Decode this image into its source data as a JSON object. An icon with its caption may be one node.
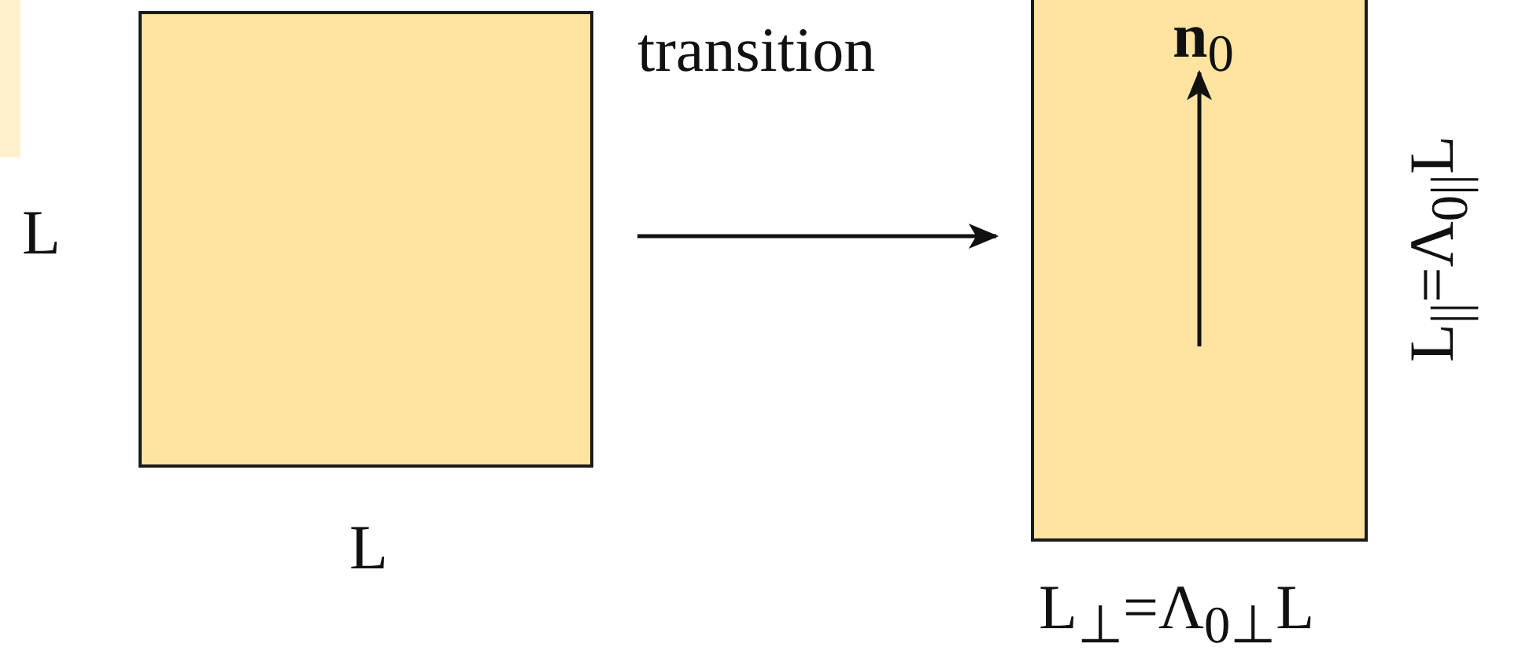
{
  "diagram": {
    "nodes": [
      {
        "text": [],
        "shape": "box",
        "beside": [
          "L",
          "L"
        ]
      },
      {
        "text": [
          "**n**$_{0}$"
        ],
        "beside": [
          "L$_{⊥}$=Λ$_{0⊥}$L",
          "L$_{||}$=Λ$_{0||}$L"
        ]
      }
    ],
    "edges": [
      {
        "from": 0,
        "to": 1,
        "arrow": "to",
        "label": "transition"
      }
    ]
  }
}
